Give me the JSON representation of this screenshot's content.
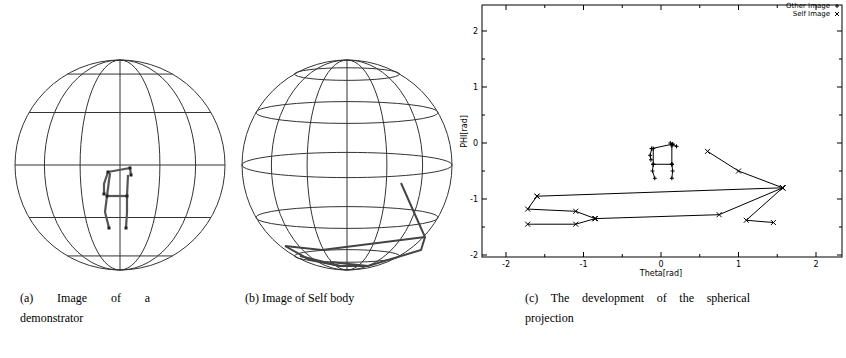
{
  "diagram": {
    "labels": [
      "(a) Image of a demonstrator",
      "(b) Image of Self body",
      "(c) The development of the spherical projection",
      "2",
      "1",
      "0",
      "-1",
      "-2",
      "-2",
      "-1",
      "0",
      "1",
      "2",
      "Theta[rad]",
      "PHI[rad]"
    ],
    "legend": [
      {
        "text": "Other Image"
      },
      {
        "text": "Self Image"
      }
    ]
  }
}
